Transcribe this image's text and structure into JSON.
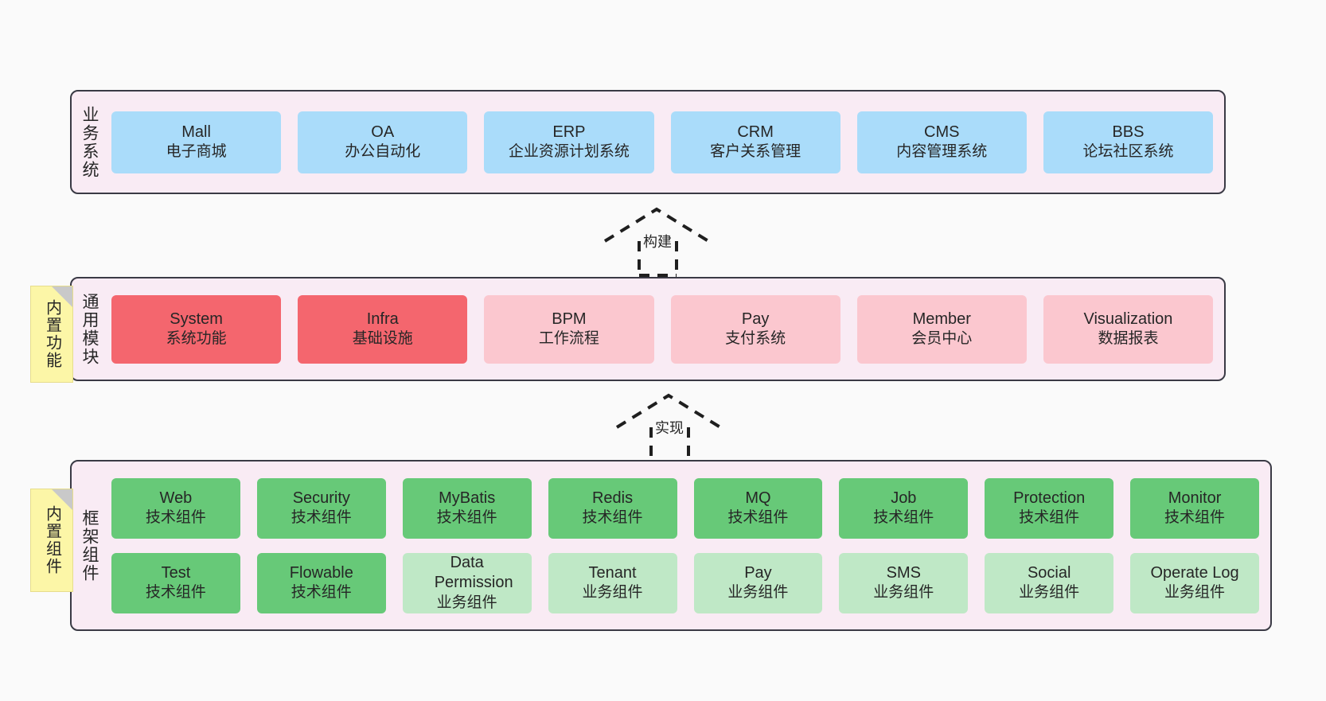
{
  "diagram": {
    "layers": [
      {
        "id": "business-systems",
        "title": "业务系统",
        "rows": [
          {
            "items": [
              {
                "en": "Mall",
                "cn": "电子商城"
              },
              {
                "en": "OA",
                "cn": "办公自动化"
              },
              {
                "en": "ERP",
                "cn": "企业资源计划系统"
              },
              {
                "en": "CRM",
                "cn": "客户关系管理"
              },
              {
                "en": "CMS",
                "cn": "内容管理系统"
              },
              {
                "en": "BBS",
                "cn": "论坛社区系统"
              }
            ]
          }
        ]
      },
      {
        "id": "common-modules",
        "title": "通用模块",
        "rows": [
          {
            "items": [
              {
                "en": "System",
                "cn": "系统功能"
              },
              {
                "en": "Infra",
                "cn": "基础设施"
              },
              {
                "en": "BPM",
                "cn": "工作流程"
              },
              {
                "en": "Pay",
                "cn": "支付系统"
              },
              {
                "en": "Member",
                "cn": "会员中心"
              },
              {
                "en": "Visualization",
                "cn": "数据报表"
              }
            ]
          }
        ]
      },
      {
        "id": "framework-components",
        "title": "框架组件",
        "rows": [
          {
            "items": [
              {
                "en": "Web",
                "cn": "技术组件"
              },
              {
                "en": "Security",
                "cn": "技术组件"
              },
              {
                "en": "MyBatis",
                "cn": "技术组件"
              },
              {
                "en": "Redis",
                "cn": "技术组件"
              },
              {
                "en": "MQ",
                "cn": "技术组件"
              },
              {
                "en": "Job",
                "cn": "技术组件"
              },
              {
                "en": "Protection",
                "cn": "技术组件"
              },
              {
                "en": "Monitor",
                "cn": "技术组件"
              }
            ]
          },
          {
            "items": [
              {
                "en": "Test",
                "cn": "技术组件"
              },
              {
                "en": "Flowable",
                "cn": "技术组件"
              },
              {
                "en": "Data Permission",
                "cn": "业务组件"
              },
              {
                "en": "Tenant",
                "cn": "业务组件"
              },
              {
                "en": "Pay",
                "cn": "业务组件"
              },
              {
                "en": "SMS",
                "cn": "业务组件"
              },
              {
                "en": "Social",
                "cn": "业务组件"
              },
              {
                "en": "Operate Log",
                "cn": "业务组件"
              }
            ]
          }
        ]
      }
    ],
    "notes": [
      {
        "id": "builtin-features",
        "text": "内置功能"
      },
      {
        "id": "builtin-components",
        "text": "内置组件"
      }
    ],
    "connectors": [
      {
        "id": "build",
        "label": "构建"
      },
      {
        "id": "realize",
        "label": "实现"
      }
    ],
    "colors": {
      "panel_background": "#f9ebf4",
      "panel_border": "#3a3a45",
      "business_card": "#aadcfa",
      "module_highlight": "#f4666e",
      "module_normal": "#fbc7cf",
      "tech_component": "#67c978",
      "business_component": "#bfe8c6",
      "note_background": "#fcf6a7",
      "canvas_background": "#fafafa"
    }
  }
}
